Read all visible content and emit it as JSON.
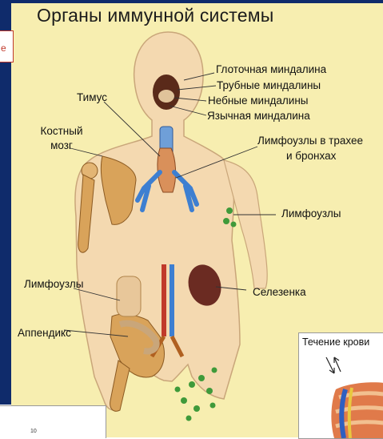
{
  "title": "Органы иммунной системы",
  "labels": {
    "pharyngeal_tonsil": "Глоточная миндалина",
    "tubal_tonsils": "Трубные миндалины",
    "palatine_tonsils": "Небные миндалины",
    "lingual_tonsil": "Язычная миндалина",
    "thymus": "Тимус",
    "bone_marrow_1": "Костный",
    "bone_marrow_2": "мозг",
    "trachea_nodes_1": "Лимфоузлы в трахее",
    "trachea_nodes_2": "и бронхах",
    "lymph_nodes_arm": "Лимфоузлы",
    "lymph_nodes_abdomen": "Лимфоузлы",
    "spleen": "Селезенка",
    "appendix": "Аппендикс"
  },
  "inset": {
    "title": "Течение крови"
  },
  "left_tab": {
    "letter": "е"
  },
  "page_number": "10",
  "colors": {
    "background": "#f7eeb0",
    "skin": "#f4d9b0",
    "bone": "#d9a35a",
    "lymph_blue": "#3d7fd1",
    "node_green": "#3f9a3a",
    "spleen": "#6b2b22"
  }
}
